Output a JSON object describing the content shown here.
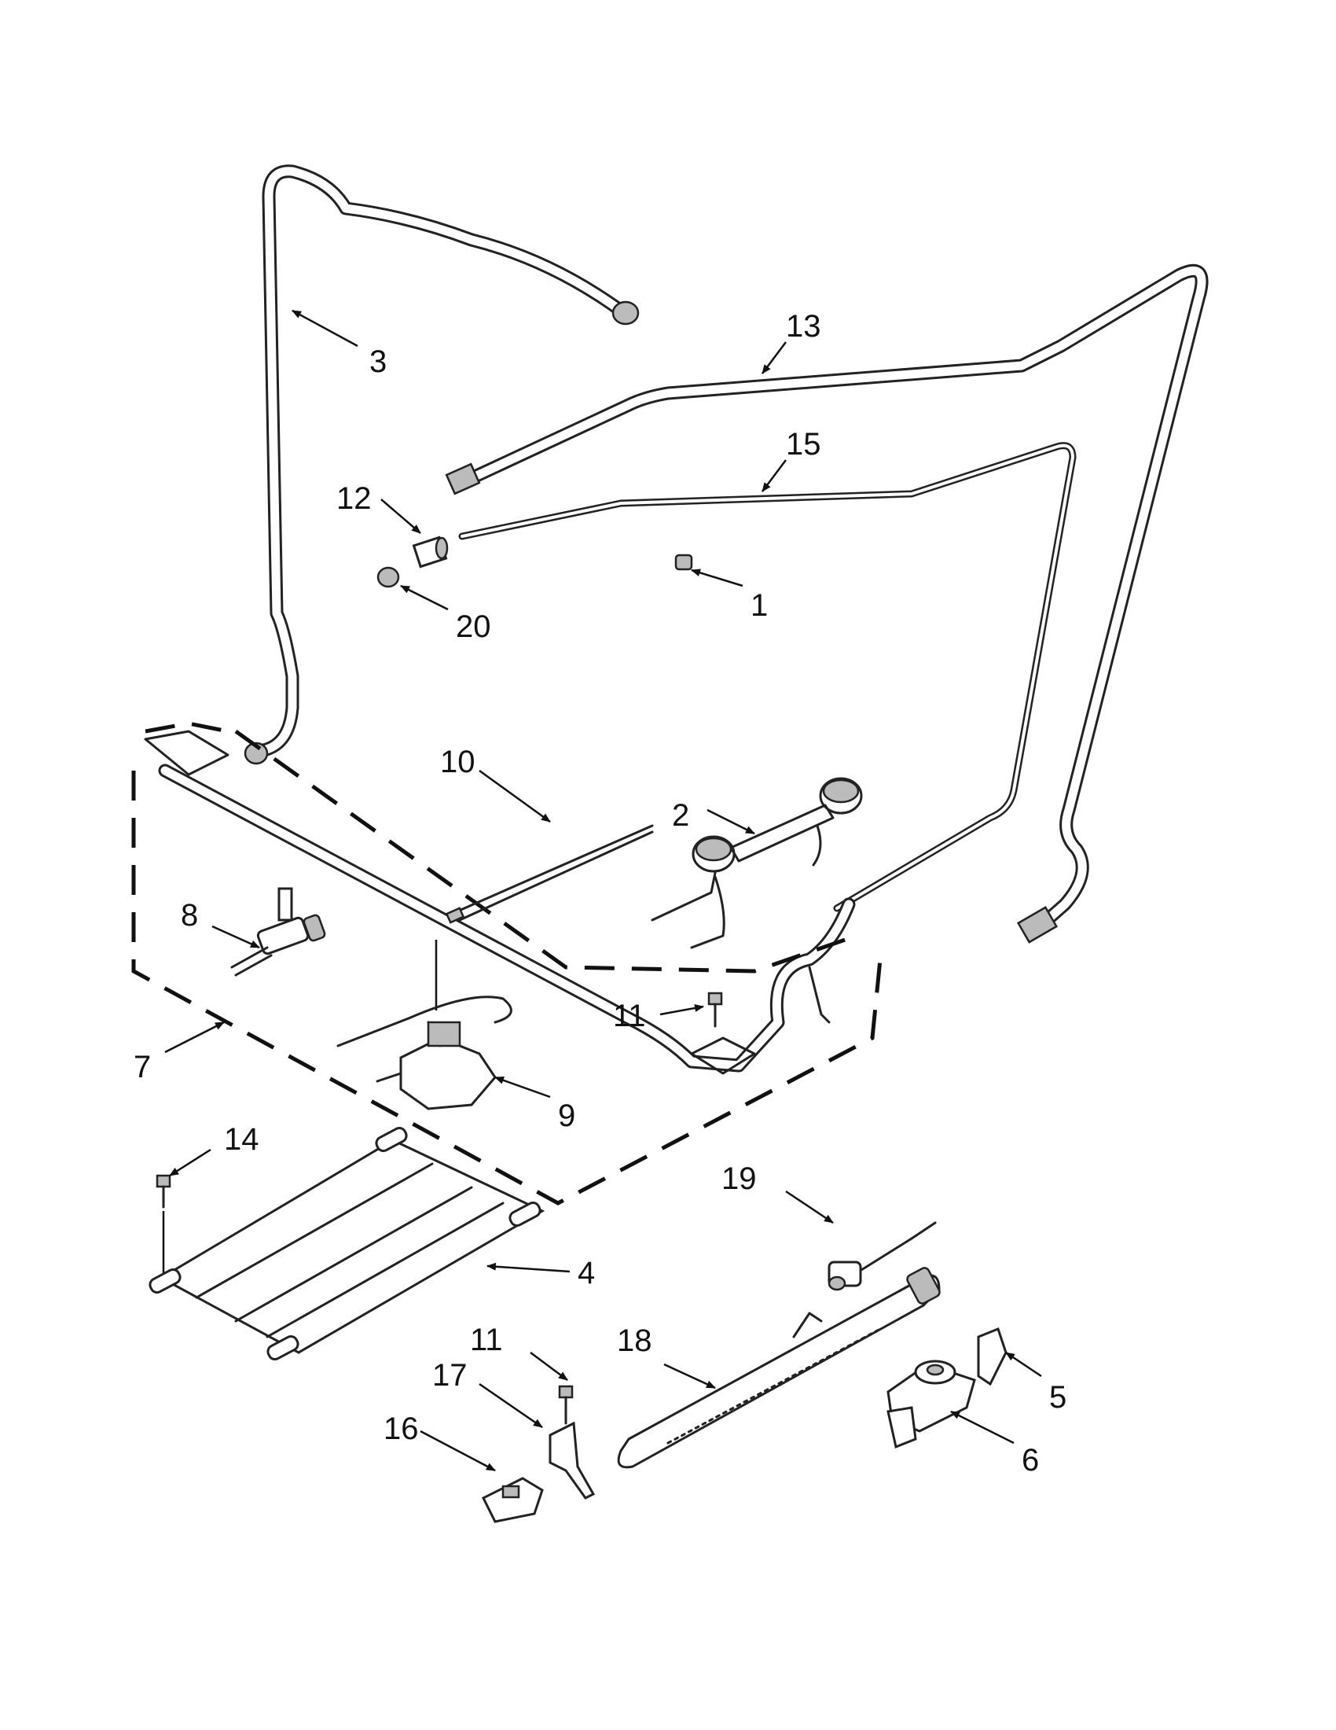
{
  "callouts": [
    {
      "id": "c1",
      "label": "1"
    },
    {
      "id": "c2",
      "label": "2"
    },
    {
      "id": "c3",
      "label": "3"
    },
    {
      "id": "c4",
      "label": "4"
    },
    {
      "id": "c5",
      "label": "5"
    },
    {
      "id": "c6",
      "label": "6"
    },
    {
      "id": "c7",
      "label": "7"
    },
    {
      "id": "c8",
      "label": "8"
    },
    {
      "id": "c9",
      "label": "9"
    },
    {
      "id": "c10",
      "label": "10"
    },
    {
      "id": "c11a",
      "label": "11"
    },
    {
      "id": "c11b",
      "label": "11"
    },
    {
      "id": "c12",
      "label": "12"
    },
    {
      "id": "c13",
      "label": "13"
    },
    {
      "id": "c14",
      "label": "14"
    },
    {
      "id": "c15",
      "label": "15"
    },
    {
      "id": "c16",
      "label": "16"
    },
    {
      "id": "c17",
      "label": "17"
    },
    {
      "id": "c18",
      "label": "18"
    },
    {
      "id": "c19",
      "label": "19"
    },
    {
      "id": "c20",
      "label": "20"
    }
  ]
}
